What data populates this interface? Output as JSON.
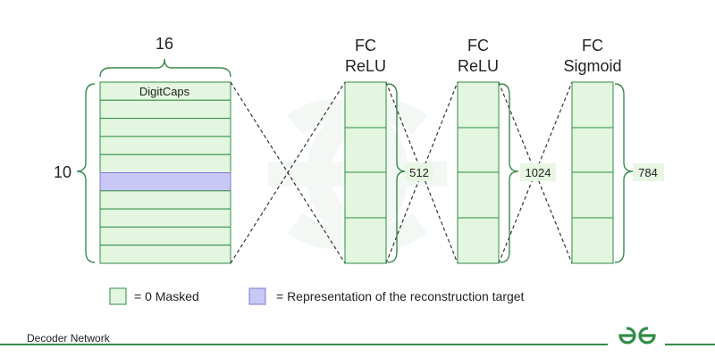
{
  "diagram": {
    "title_16": "16",
    "label_10": "10",
    "digitcaps_label": "DigitCaps",
    "layers": [
      {
        "line1": "FC",
        "line2": "ReLU",
        "size": "512"
      },
      {
        "line1": "FC",
        "line2": "ReLU",
        "size": "1024"
      },
      {
        "line1": "FC",
        "line2": "Sigmoid",
        "size": "784"
      }
    ],
    "legend": {
      "masked_label": "= 0 Masked",
      "target_label": "= Representation of the reconstruction target"
    },
    "colors": {
      "box_fill": "#e3f6df",
      "box_stroke": "#2f8d46",
      "target_fill": "#c9c8f4",
      "target_stroke": "#7f7bd4",
      "brace": "#3b8a4e",
      "dashed": "#333333",
      "value_bg": "#e8f6e3"
    }
  },
  "footer": {
    "caption": "Decoder Network",
    "logo": "geeksforgeeks-logo"
  }
}
